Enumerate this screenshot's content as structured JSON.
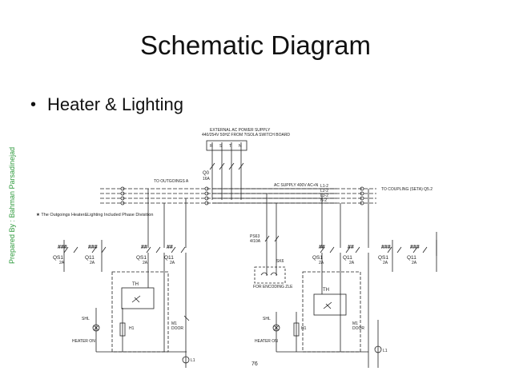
{
  "slide": {
    "title": "Schematic Diagram",
    "bullet": "Heater & Lighting",
    "side_credit": "Prepared By : Bahman Parsadinejad",
    "page_number": "76",
    "credit_color": "#2e9a3c"
  },
  "diagram": {
    "supply_header_1": "EXTERNAL AC POWER SUPPLY",
    "supply_header_2": "440/254V 50HZ FROM ?ISOLA SWITCH BOARD",
    "phase_labels": [
      "R",
      "S",
      "T",
      "N"
    ],
    "main_breaker": "Q0",
    "main_breaker_rating": "16A",
    "to_outgoings": "TO\nOUTGOINGS A",
    "ac_supply": "AC SUPPLY 400V AC+N",
    "bus_labels": [
      "L1-2",
      "L2-2",
      "L3-2",
      "N-2"
    ],
    "to_coupling": "TO\nCOUPLING (SETA)\nQ5.2",
    "note": "★ The Outgoings Heater&Lighting Included Phase Divisition",
    "left_group": {
      "breakers": [
        {
          "tag": "###",
          "name": "QS1",
          "rating": "2A"
        },
        {
          "tag": "###",
          "name": "Q11",
          "rating": "2A"
        },
        {
          "tag": "##",
          "name": "QS1",
          "rating": "2A"
        },
        {
          "tag": "##",
          "name": "Q11",
          "rating": "2A"
        }
      ],
      "thermostat": "TH",
      "lamp": "SHL",
      "heater": "H1",
      "heater_label": "HEATER ON",
      "door": "M1",
      "door_label": "DOOR",
      "light": "L1"
    },
    "socket_group": {
      "breaker": "PS63",
      "rating": "4/10A",
      "socket": "SK6",
      "socket_label": "FOR ENCODING ZLE"
    },
    "right_group": {
      "breakers": [
        {
          "tag": "##",
          "name": "QS1",
          "rating": "2A"
        },
        {
          "tag": "##",
          "name": "Q11",
          "rating": "2A"
        },
        {
          "tag": "###",
          "name": "QS1",
          "rating": "2A"
        },
        {
          "tag": "###",
          "name": "Q11",
          "rating": "2A"
        }
      ],
      "thermostat": "TH",
      "lamp": "SHL",
      "heater": "H1",
      "heater_label": "HEATER ON",
      "door": "M1",
      "door_label": "DOOR",
      "light": "L1"
    }
  }
}
